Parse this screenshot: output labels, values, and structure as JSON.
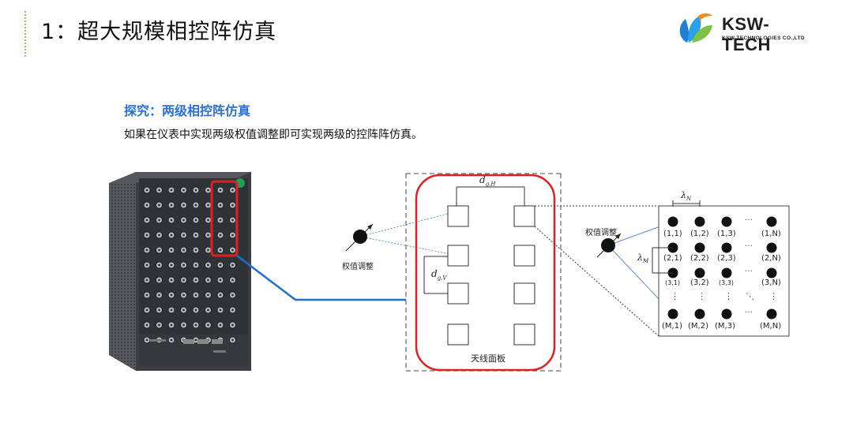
{
  "header": {
    "title": "1：超大规模相控阵仿真",
    "logo_main": "KSW-TECH",
    "logo_sub": "KSW TECHNOLOGIES CO.,LTD"
  },
  "section": {
    "heading": "探究：两级相控阵仿真",
    "description": "如果在仪表中实现两级权值调整即可实现两级的控阵阵仿真。"
  },
  "diagram": {
    "left_weight_label": "权值调整",
    "right_weight_label": "权值调整",
    "panel_caption": "天线面板",
    "dgh": {
      "base": "d",
      "sub": "g,H"
    },
    "dgv": {
      "base": "d",
      "sub": "g,V"
    },
    "lambda_n": {
      "base": "λ",
      "sub": "N"
    },
    "lambda_m": {
      "base": "λ",
      "sub": "M"
    },
    "array_labels": [
      [
        "(1,1)",
        "(1,2)",
        "(1,3)",
        "(1,N)"
      ],
      [
        "(2,1)",
        "(2,2)",
        "(2,3)",
        "(2,N)"
      ],
      [
        "(3,1)",
        "(3,2)",
        "(3,3)",
        "(3,N)"
      ],
      [
        "(M,1)",
        "(M,2)",
        "(M,3)",
        "(M,N)"
      ]
    ],
    "ellipsis_h": "…",
    "ellipsis_v": "⋮",
    "ellipsis_d": "⋱"
  },
  "colors": {
    "heading": "#2a6fd6",
    "highlight_red": "#e02020",
    "connector_blue": "#1f6fd1",
    "device_body": "#3a3d41"
  }
}
